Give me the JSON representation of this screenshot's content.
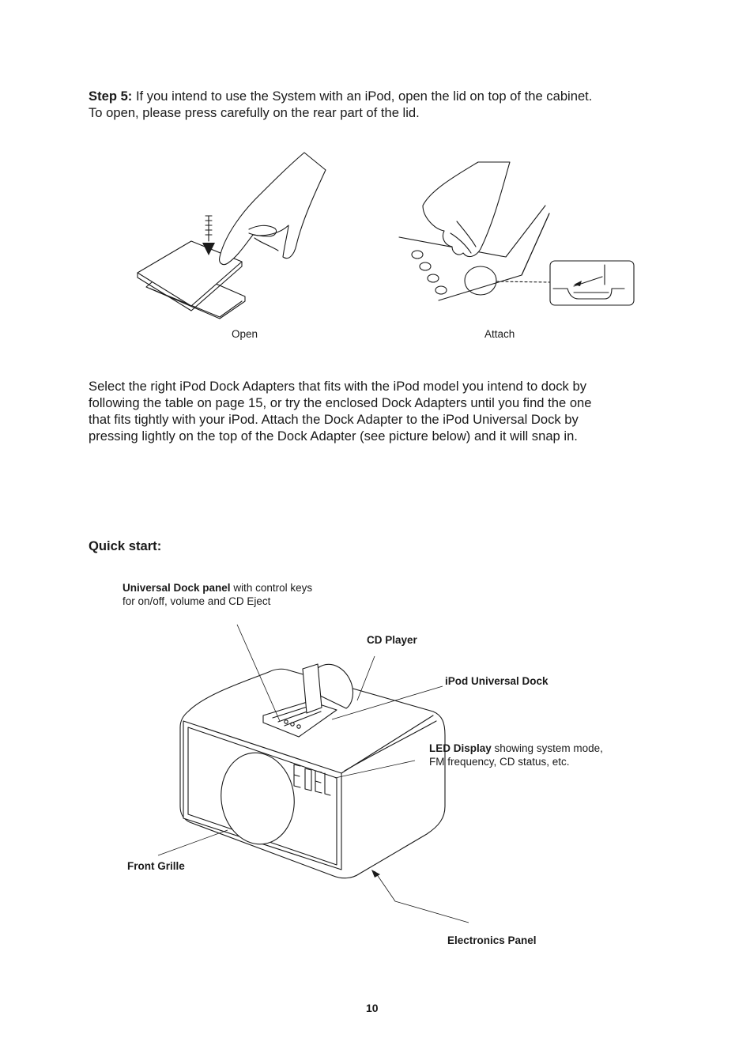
{
  "step5": {
    "label": "Step 5:",
    "line1": " If you intend to use the System with an iPod, open the lid on top of the cabinet.",
    "line2": "To open, please press carefully on the rear part of the lid."
  },
  "figures": {
    "open_caption": "Open",
    "attach_caption": "Attach"
  },
  "adapter_paragraph": {
    "line1": "Select the right iPod Dock Adapters that fits with the iPod model you intend to dock by",
    "line2": "following the table on page 15, or try the enclosed Dock Adapters until you find the one",
    "line3": "that fits tightly with your iPod. Attach the Dock Adapter to the iPod Universal Dock by",
    "line4": "pressing lightly on the top of the Dock Adapter (see picture below) and it will snap in."
  },
  "quick_start": {
    "heading": "Quick start:",
    "universal_dock_bold": "Universal Dock panel",
    "universal_dock_rest1": " with control keys",
    "universal_dock_rest2": "for on/off, volume and CD Eject",
    "cd_player": "CD Player",
    "ipod_dock": "iPod Universal Dock",
    "led_bold": "LED Display",
    "led_rest1": " showing system mode,",
    "led_rest2": "FM frequency, CD status, etc.",
    "front_grille": "Front Grille",
    "electronics_panel": "Electronics Panel"
  },
  "page_number": "10"
}
